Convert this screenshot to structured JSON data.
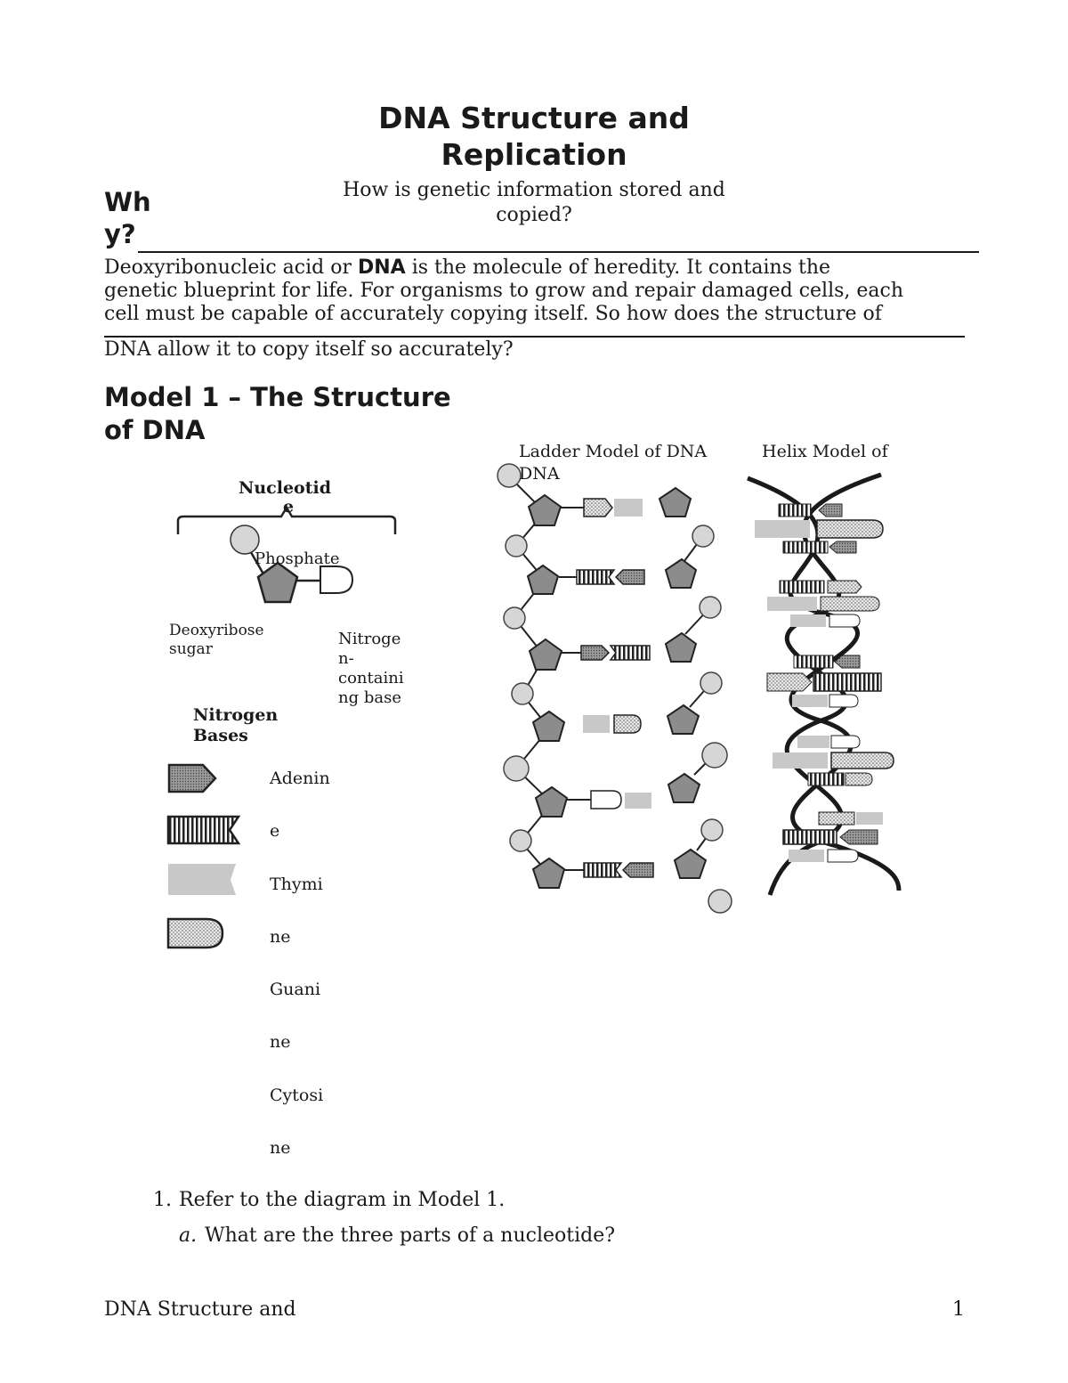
{
  "title": {
    "line1": "DNA Structure and",
    "line2": "Replication"
  },
  "subtitle": {
    "line1": "How is genetic information stored and",
    "line2": "copied?"
  },
  "why": {
    "line1": "Wh",
    "line2": "y?"
  },
  "intro": {
    "line1_a": "Deoxyribonucleic acid or ",
    "line1_b": "DNA",
    "line1_c": " is the molecule of heredity. It contains the",
    "line2": "genetic blueprint for life. For organisms to grow and repair damaged cells, each",
    "line3": "cell must be capable of accurately copying itself. So how does the structure of",
    "line4": "DNA allow it to copy itself so accurately?"
  },
  "model": {
    "line1": "Model 1 – The Structure",
    "line2": "of DNA"
  },
  "diagram": {
    "ladder_label_1": "Ladder Model of DNA",
    "ladder_label_2": "DNA",
    "helix_label": "Helix Model of",
    "nucleotide_1": "Nucleotid",
    "nucleotide_2": "e",
    "phosphate": "Phosphate",
    "sugar_1": "Deoxyribose",
    "sugar_2": "sugar",
    "nbase": [
      "Nitroge",
      "n-",
      "containi",
      "ng base"
    ],
    "bases_title_1": "Nitrogen",
    "bases_title_2": "Bases",
    "base_labels": [
      "Adenin",
      "e",
      "Thymi",
      "ne",
      "Guani",
      "ne",
      "Cytosi",
      "ne"
    ]
  },
  "questions": {
    "q1_num": "1.",
    "q1": "Refer to the diagram in Model 1.",
    "qa_letter": "a.",
    "qa": "What are the three parts of a nucleotide?"
  },
  "footer": {
    "left": "DNA Structure and",
    "page": "1"
  }
}
